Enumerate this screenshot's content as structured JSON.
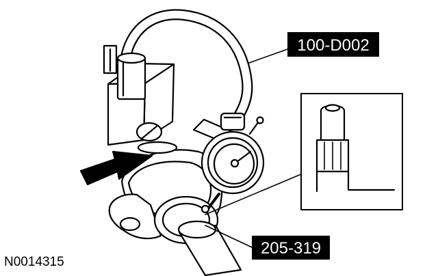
{
  "figure_id": "N0014315",
  "callouts": {
    "tool_top": "100-D002",
    "tool_bottom": "205-319"
  },
  "colors": {
    "line": "#000000",
    "paper": "#ffffff",
    "label_bg": "#000000",
    "label_text": "#ffffff"
  }
}
